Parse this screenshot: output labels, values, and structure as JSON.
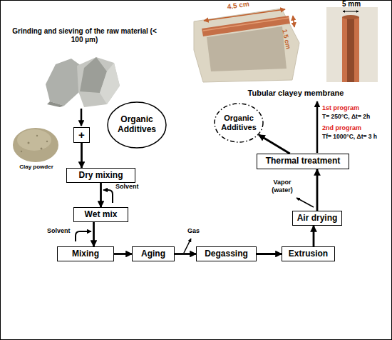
{
  "diagram": {
    "nodes": [
      {
        "text": [
          "+"
        ]
      },
      {
        "text": [
          "Organic Additives"
        ]
      },
      {
        "text": [
          "Dry mixing"
        ]
      },
      {
        "text": [
          "Wet mix"
        ]
      },
      {
        "text": [
          "Mixing"
        ]
      },
      {
        "text": [
          "Aging"
        ]
      },
      {
        "text": [
          "Degassing"
        ]
      },
      {
        "text": [
          "Extrusion"
        ]
      },
      {
        "text": [
          "Air drying"
        ]
      },
      {
        "text": [
          "Thermal treatment"
        ]
      },
      {
        "text": [
          "Organic Additives"
        ]
      }
    ],
    "edges": [
      {
        "from": 0,
        "to": 2,
        "arrow": "to"
      },
      {
        "from": 2,
        "to": 3,
        "arrow": "to"
      },
      {
        "from": 3,
        "to": 4,
        "arrow": "to"
      },
      {
        "from": 4,
        "to": 5,
        "arrow": "to"
      },
      {
        "from": 5,
        "to": 6,
        "arrow": "to"
      },
      {
        "from": 6,
        "to": 7,
        "arrow": "to"
      },
      {
        "from": 7,
        "to": 8,
        "arrow": "to"
      },
      {
        "from": 8,
        "to": 9,
        "arrow": "to"
      },
      {
        "from": 9,
        "to": 10,
        "arrow": "to"
      }
    ],
    "labels": [
      "Grinding and sieving of the raw material (< 100 µm)",
      "Clay powder",
      "Solvent",
      "Solvent",
      "Gas",
      "Vapor (water)",
      "Tubular clayey membrane",
      "1st program",
      "T= 250°C, Δt= 2h",
      "2nd program",
      "Tf= 1000°C, Δt= 3 h",
      "4.5 cm",
      "1.5 cm",
      "5 mm"
    ]
  }
}
